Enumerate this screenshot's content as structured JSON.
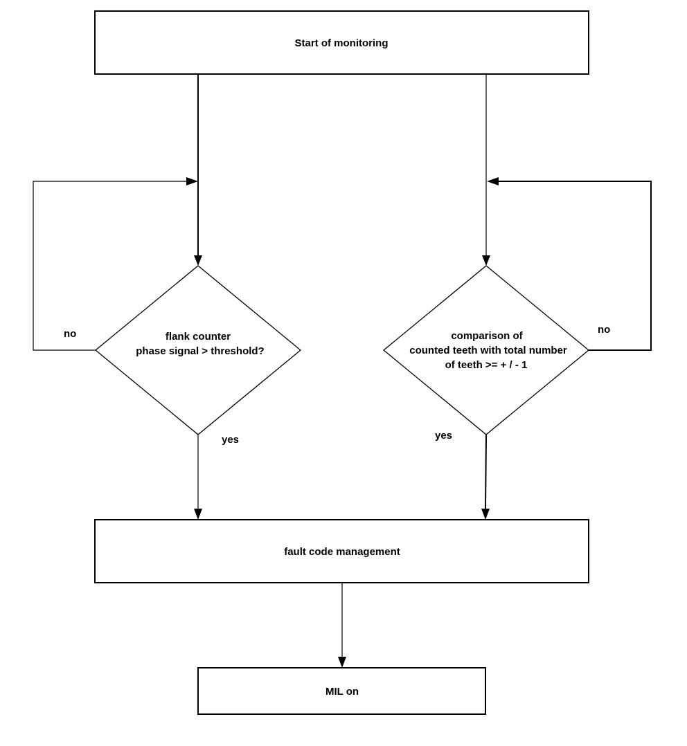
{
  "nodes": {
    "start": {
      "label": "Start of monitoring"
    },
    "decision_flank": {
      "lines": [
        "flank counter",
        "phase signal > threshold?"
      ]
    },
    "decision_teeth": {
      "lines": [
        "comparison of",
        "counted teeth with total number",
        "of teeth >= + / - 1"
      ]
    },
    "fault": {
      "label": "fault code management"
    },
    "mil": {
      "label": "MIL on"
    }
  },
  "edges": {
    "flank_no": "no",
    "flank_yes": "yes",
    "teeth_no": "no",
    "teeth_yes": "yes"
  }
}
